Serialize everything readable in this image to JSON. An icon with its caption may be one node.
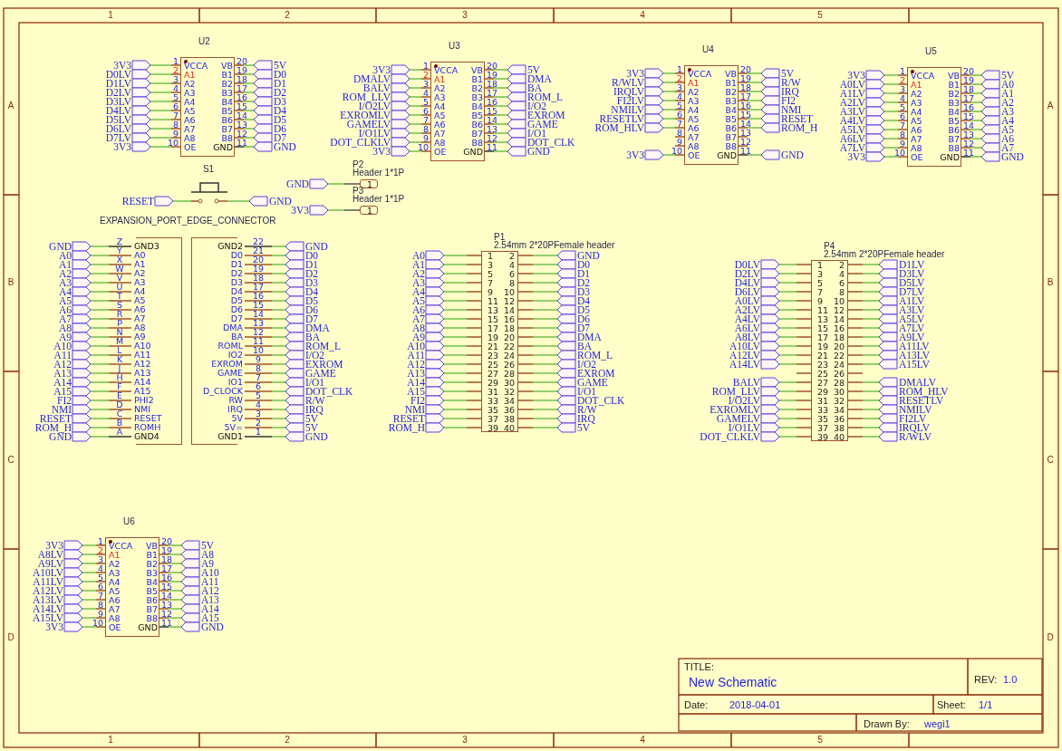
{
  "diagram": {
    "nodes": [
      {
        "text": [
          "U2",
          "VCCA",
          "A1",
          "A2",
          "A3",
          "A4",
          "A5",
          "A6",
          "A7",
          "A8",
          "OE",
          "VB",
          "B1",
          "B2",
          "B3",
          "B4",
          "B5",
          "B6",
          "B7",
          "B8",
          "GND"
        ],
        "beside": [
          "1",
          "2",
          "3",
          "4",
          "5",
          "6",
          "7",
          "8",
          "9",
          "10",
          "20",
          "19",
          "18",
          "17",
          "16",
          "15",
          "14",
          "13",
          "12",
          "11"
        ]
      },
      {
        "text": [
          "U3",
          "VCCA",
          "A1",
          "A2",
          "A3",
          "A4",
          "A5",
          "A6",
          "A7",
          "A8",
          "OE",
          "VB",
          "B1",
          "B2",
          "B3",
          "B4",
          "B5",
          "B6",
          "B7",
          "B8",
          "GND"
        ],
        "beside": [
          "1",
          "2",
          "3",
          "4",
          "5",
          "6",
          "7",
          "8",
          "9",
          "10",
          "20",
          "19",
          "18",
          "17",
          "16",
          "15",
          "14",
          "13",
          "12",
          "11"
        ]
      },
      {
        "text": [
          "U4",
          "VCCA",
          "A1",
          "A2",
          "A3",
          "A4",
          "A5",
          "A6",
          "A7",
          "A8",
          "OE",
          "VB",
          "B1",
          "B2",
          "B3",
          "B4",
          "B5",
          "B6",
          "B7",
          "B8",
          "GND"
        ],
        "beside": [
          "1",
          "2",
          "3",
          "4",
          "5",
          "6",
          "7",
          "8",
          "9",
          "10",
          "20",
          "19",
          "18",
          "17",
          "16",
          "15",
          "14",
          "13",
          "12",
          "11"
        ]
      },
      {
        "text": [
          "U5",
          "VCCA",
          "A1",
          "A2",
          "A3",
          "A4",
          "A5",
          "A6",
          "A7",
          "A8",
          "OE",
          "VB",
          "B1",
          "B2",
          "B3",
          "B4",
          "B5",
          "B6",
          "B7",
          "B8",
          "GND"
        ],
        "beside": [
          "1",
          "2",
          "3",
          "4",
          "5",
          "6",
          "7",
          "8",
          "9",
          "10",
          "20",
          "19",
          "18",
          "17",
          "16",
          "15",
          "14",
          "13",
          "12",
          "11"
        ]
      },
      {
        "text": [
          "S1"
        ]
      },
      {
        "text": [
          "P2",
          "Header 1*1P",
          "1"
        ]
      },
      {
        "text": [
          "P3",
          "Header 1*1P",
          "1"
        ]
      },
      {
        "text": [
          "EXPANSION_PORT_EDGE_CONNECTOR",
          "GND3",
          "A0",
          "A1",
          "A2",
          "A3",
          "A4",
          "A5",
          "A6",
          "A7",
          "A8",
          "A9",
          "A10",
          "A11",
          "A12",
          "A13",
          "A14",
          "A15",
          "PHI2",
          "NMI",
          "RESET",
          "ROMH",
          "GND4",
          "GND2",
          "D0",
          "D1",
          "D2",
          "D3",
          "D4",
          "D5",
          "D6",
          "D7",
          "DMA",
          "BA",
          "ROML",
          "IO2",
          "EXROM",
          "GAME",
          "IO1",
          "D_CLOCK",
          "RW",
          "IRQ",
          "5V",
          "5V=",
          "GND1"
        ],
        "beside": [
          "Z",
          "Y",
          "X",
          "W",
          "V",
          "U",
          "T",
          "S",
          "R",
          "P",
          "N",
          "M",
          "L",
          "K",
          "J",
          "H",
          "F",
          "E",
          "D",
          "C",
          "B",
          "A",
          "22",
          "21",
          "20",
          "19",
          "18",
          "17",
          "16",
          "15",
          "14",
          "13",
          "12",
          "11",
          "10",
          "9",
          "8",
          "7",
          "6",
          "5",
          "4",
          "3",
          "2",
          "1"
        ]
      },
      {
        "text": [
          "P1",
          "2.54mm 2*20PFemale header",
          "1",
          "2",
          "3",
          "4",
          "5",
          "6",
          "7",
          "8",
          "9",
          "10",
          "11",
          "12",
          "13",
          "14",
          "15",
          "16",
          "17",
          "18",
          "19",
          "20",
          "21",
          "22",
          "23",
          "24",
          "25",
          "26",
          "27",
          "28",
          "29",
          "30",
          "31",
          "32",
          "33",
          "34",
          "35",
          "36",
          "37",
          "38",
          "39",
          "40"
        ]
      },
      {
        "text": [
          "P4",
          "2.54mm 2*20PFemale header",
          "1",
          "2",
          "3",
          "4",
          "5",
          "6",
          "7",
          "8",
          "9",
          "10",
          "11",
          "12",
          "13",
          "14",
          "15",
          "16",
          "17",
          "18",
          "19",
          "20",
          "21",
          "22",
          "23",
          "24",
          "25",
          "26",
          "27",
          "28",
          "29",
          "30",
          "31",
          "32",
          "33",
          "34",
          "35",
          "36",
          "37",
          "38",
          "39",
          "40"
        ]
      },
      {
        "text": [
          "U6",
          "VCCA",
          "A1",
          "A2",
          "A3",
          "A4",
          "A5",
          "A6",
          "A7",
          "A8",
          "OE",
          "VB",
          "B1",
          "B2",
          "B3",
          "B4",
          "B5",
          "B6",
          "B7",
          "B8",
          "GND"
        ],
        "beside": [
          "1",
          "2",
          "3",
          "4",
          "5",
          "6",
          "7",
          "8",
          "9",
          "10",
          "20",
          "19",
          "18",
          "17",
          "16",
          "15",
          "14",
          "13",
          "12",
          "11"
        ]
      }
    ],
    "labels": [
      "1",
      "2",
      "3",
      "4",
      "5",
      "A",
      "B",
      "C",
      "D",
      "A",
      "B",
      "C",
      "D",
      "3V3",
      "D0LV",
      "D1LV",
      "D2LV",
      "D3LV",
      "D4LV",
      "D5LV",
      "D6LV",
      "D7LV",
      "3V3",
      "5V",
      "D0",
      "D1",
      "D2",
      "D3",
      "D4",
      "D5",
      "D6",
      "D7",
      "GND",
      "3V3",
      "DMALV",
      "BALV",
      "ROM_LLV",
      "I/O2LV",
      "EXROMLV",
      "GAMELV",
      "I/O1LV",
      "DOT_CLKLV",
      "3V3",
      "5V",
      "DMA",
      "BA",
      "ROM_L",
      "I/O2",
      "EXROM",
      "GAME",
      "I/O1",
      "DOT_CLK",
      "GND",
      "3V3",
      "R/WLV",
      "IRQLV",
      "FI2LV",
      "NMILV",
      "RESETLV",
      "ROM_HLV",
      "3V3",
      "5V",
      "R/W",
      "IRQ",
      "FI2",
      "NMI",
      "RESET",
      "ROM_H",
      "GND",
      "3V3",
      "A0LV",
      "A1LV",
      "A2LV",
      "A3LV",
      "A4LV",
      "A5LV",
      "A6LV",
      "A7LV",
      "3V3",
      "5V",
      "A0",
      "A1",
      "A2",
      "A3",
      "A4",
      "A5",
      "A6",
      "A7",
      "GND",
      "RESET",
      "GND",
      "GND",
      "3V3",
      "GND",
      "A0",
      "A1",
      "A2",
      "A3",
      "A4",
      "A5",
      "A6",
      "A7",
      "A8",
      "A9",
      "A10",
      "A11",
      "A12",
      "A13",
      "A14",
      "A15",
      "FI2",
      "NMI",
      "RESET",
      "ROM_H",
      "GND",
      "GND",
      "D0",
      "D1",
      "D2",
      "D3",
      "D4",
      "D5",
      "D6",
      "D7",
      "DMA",
      "BA",
      "ROM_L",
      "I/O2",
      "EXROM",
      "GAME",
      "I/O1",
      "DOT_CLK",
      "R/W",
      "IRQ",
      "5V",
      "5V",
      "GND",
      "A0",
      "A1",
      "A2",
      "A3",
      "A4",
      "A5",
      "A6",
      "A7",
      "A8",
      "A9",
      "A10",
      "A11",
      "A12",
      "A13",
      "A14",
      "A15",
      "FI2",
      "NMI",
      "RESET",
      "ROM_H",
      "GND",
      "D0",
      "D1",
      "D2",
      "D3",
      "D4",
      "D5",
      "D6",
      "D7",
      "DMA",
      "BA",
      "ROM_L",
      "I/O2",
      "EXROM",
      "GAME",
      "I/O1",
      "DOT_CLK",
      "R/W",
      "IRQ",
      "5V",
      "D0LV",
      "D2LV",
      "D4LV",
      "D6LV",
      "A0LV",
      "A2LV",
      "A4LV",
      "A6LV",
      "A8LV",
      "A10LV",
      "A12LV",
      "A14LV",
      "BALV",
      "ROM_LLV",
      "I/O2LV",
      "EXROMLV",
      "GAMELV",
      "I/O1LV",
      "DOT_CLKLV",
      "D1LV",
      "D3LV",
      "D5LV",
      "D7LV",
      "A1LV",
      "A3LV",
      "A5LV",
      "A7LV",
      "A9LV",
      "A11LV",
      "A13LV",
      "A15LV",
      "DMALV",
      "ROM_HLV",
      "RESETLV",
      "NMILV",
      "FI2LV",
      "IRQLV",
      "R/WLV",
      "3V3",
      "A8LV",
      "A9LV",
      "A10LV",
      "A11LV",
      "A12LV",
      "A13LV",
      "A14LV",
      "A15LV",
      "3V3",
      "5V",
      "A8",
      "A9",
      "A10",
      "A11",
      "A12",
      "A13",
      "A14",
      "A15",
      "GND",
      "TITLE:",
      "New Schematic",
      "REV:",
      "1.0",
      "Date:",
      "2018-04-01",
      "Sheet:",
      "1/1",
      "Drawn By:",
      "wegi1",
      "1",
      "2",
      "3",
      "4",
      "5"
    ]
  }
}
